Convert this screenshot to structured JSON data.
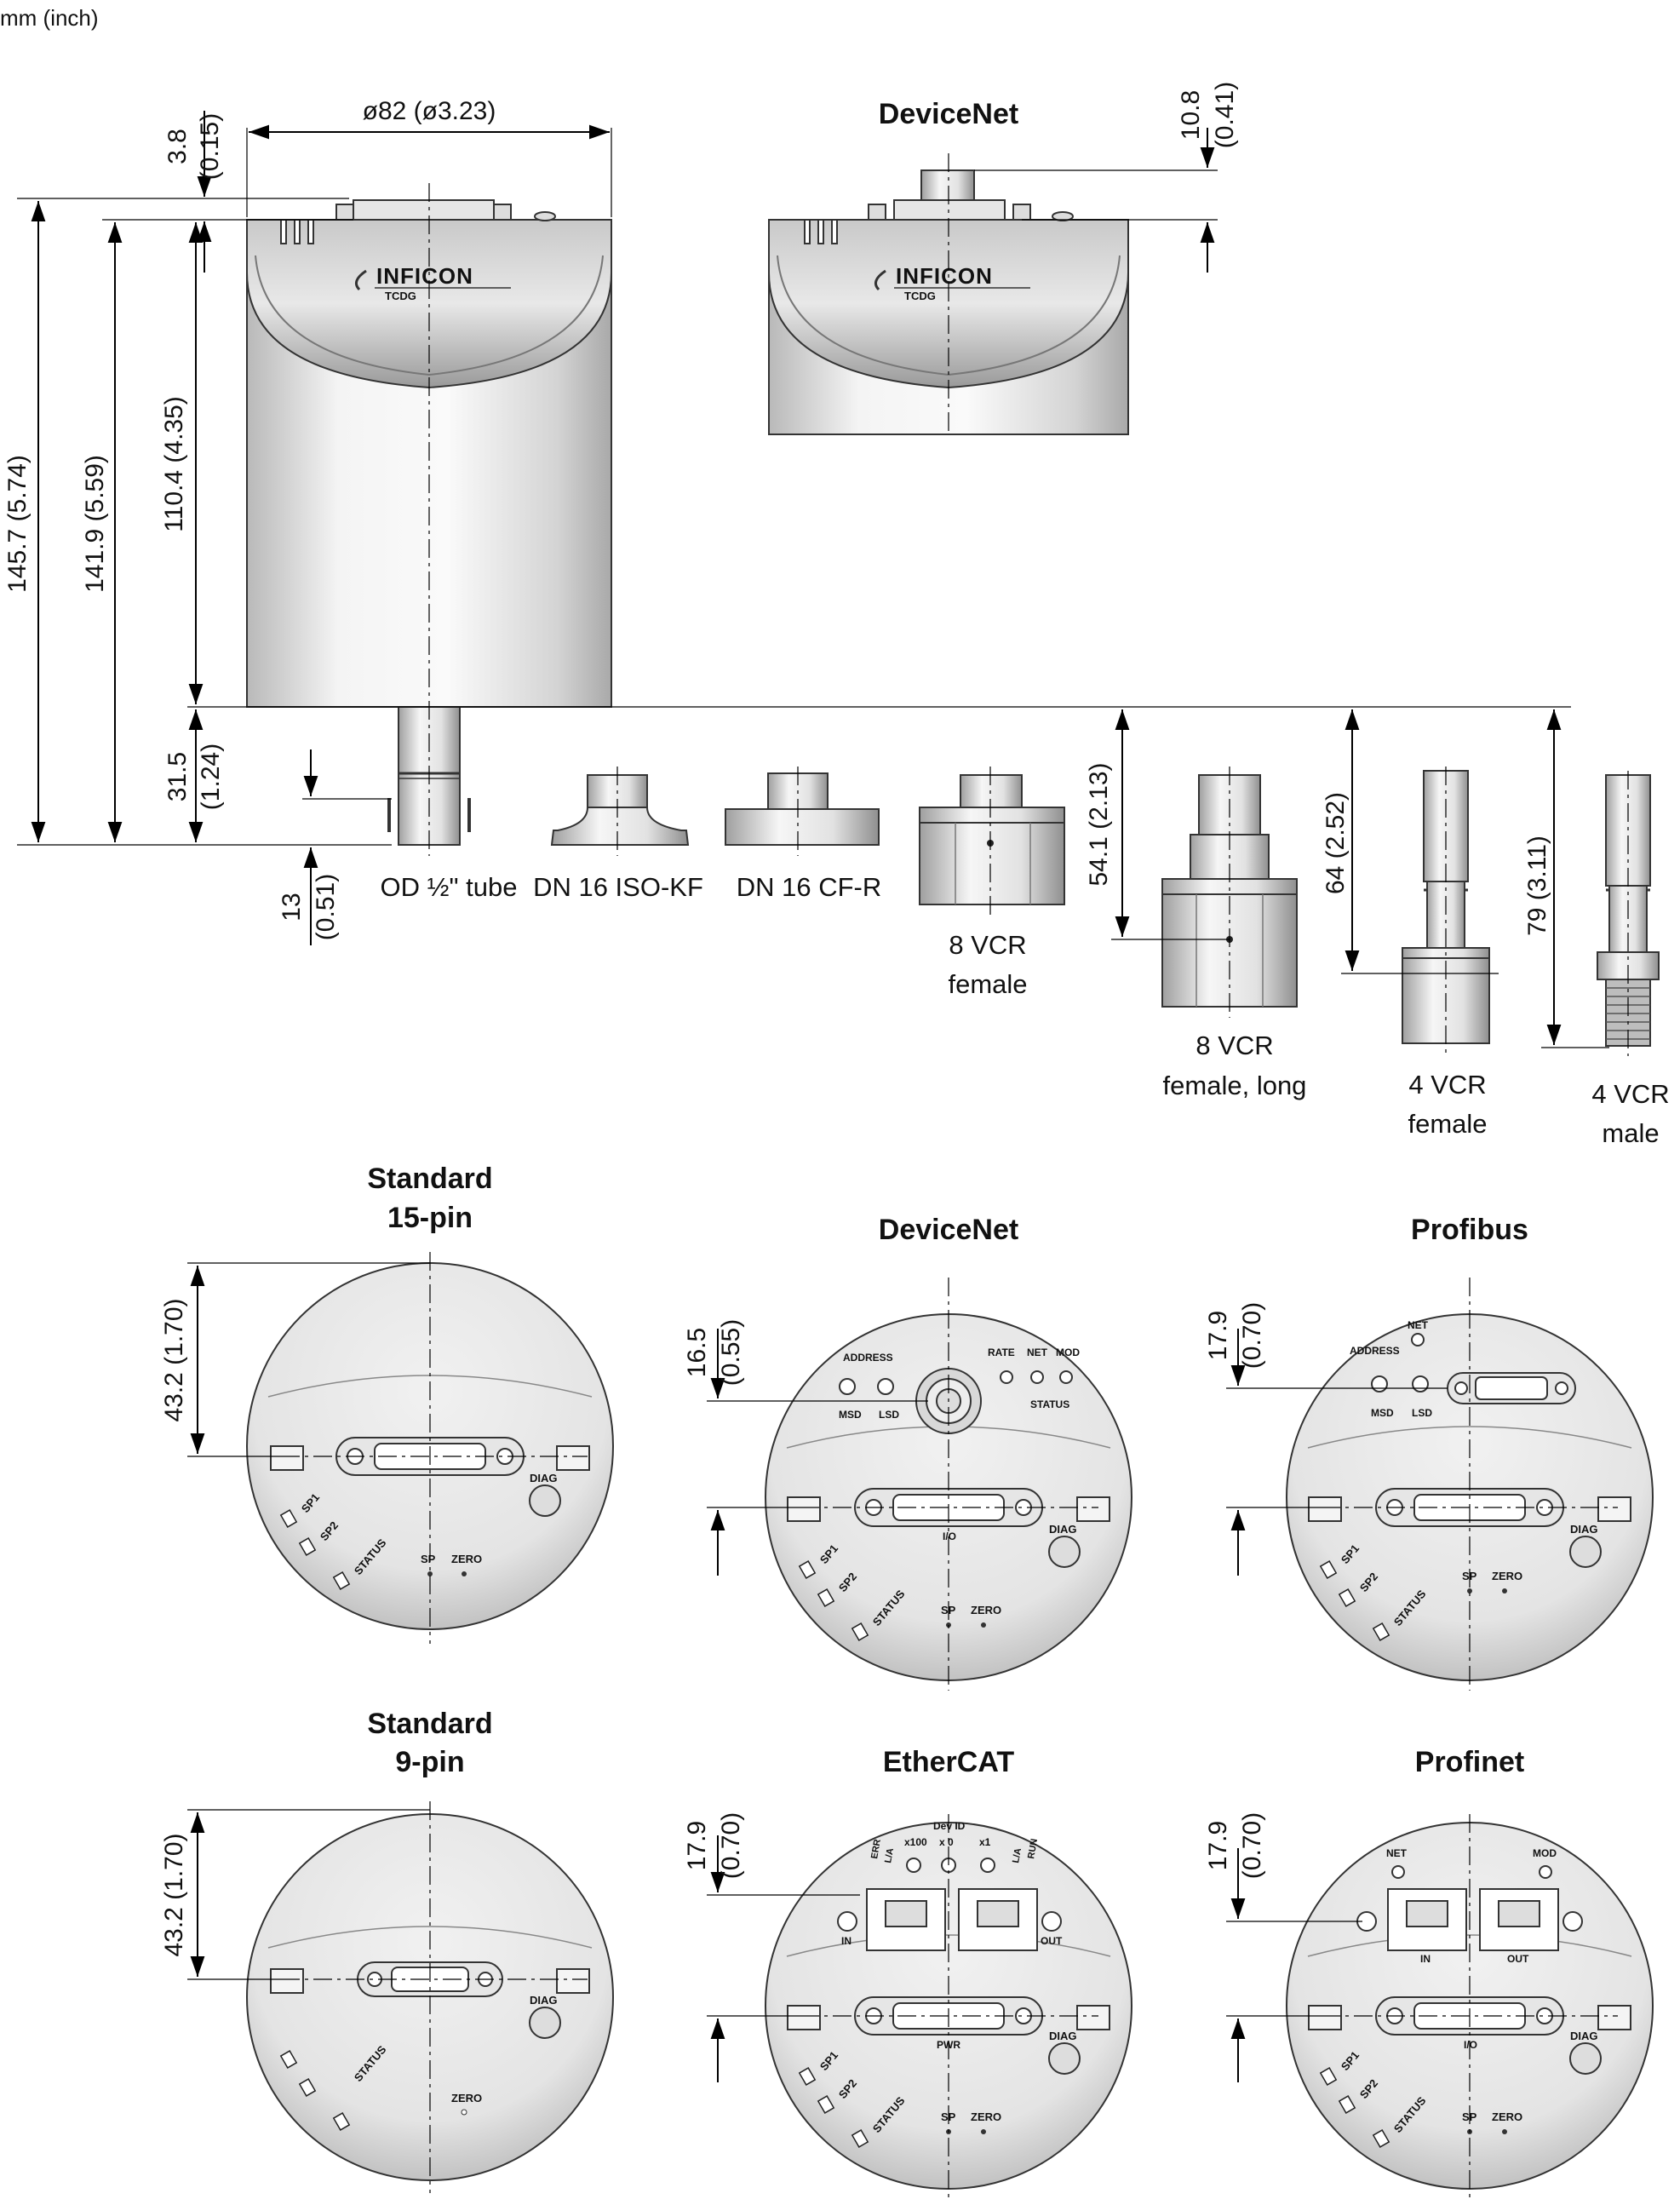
{
  "units_label": "mm (inch)",
  "side_view": {
    "brand": "INFICON",
    "product": "TCDG",
    "diameter": "ø82 (ø3.23)",
    "cap_height": "3.8",
    "cap_height_in": "(0.15)",
    "height_total": "145.7 (5.74)",
    "height_tube": "141.9 (5.59)",
    "height_body": "110.4 (4.35)",
    "flange_height": "31.5",
    "flange_height_in": "(1.24)",
    "tube_length": "13",
    "tube_length_in": "(0.51)"
  },
  "devicenet_side": {
    "title": "DeviceNet",
    "connector_height": "10.8",
    "connector_height_in": "(0.41)"
  },
  "flanges": [
    {
      "id": "tube",
      "label": "OD ½\" tube"
    },
    {
      "id": "isokf",
      "label": "DN 16 ISO-KF"
    },
    {
      "id": "cfr",
      "label": "DN 16 CF-R"
    },
    {
      "id": "vcr8f",
      "label_lines": [
        "8 VCR",
        "female"
      ]
    },
    {
      "id": "vcr8fl",
      "label_lines": [
        "8 VCR",
        "female, long"
      ],
      "dimension": "54.1 (2.13)"
    },
    {
      "id": "vcr4f",
      "label_lines": [
        "4 VCR",
        "female"
      ],
      "dimension": "64 (2.52)"
    },
    {
      "id": "vcr4m",
      "label_lines": [
        "4 VCR",
        "male"
      ],
      "dimension": "79 (3.11)"
    }
  ],
  "top_views": [
    {
      "id": "std15",
      "title_lines": [
        "Standard",
        "15-pin"
      ],
      "dimension": "43.2 (1.70)"
    },
    {
      "id": "devicenet",
      "title_lines": [
        "DeviceNet"
      ],
      "dimension": "16.5",
      "dimension_in": "(0.55)"
    },
    {
      "id": "profibus",
      "title_lines": [
        "Profibus"
      ],
      "dimension": "17.9",
      "dimension_in": "(0.70)"
    },
    {
      "id": "std9",
      "title_lines": [
        "Standard",
        "9-pin"
      ],
      "dimension": "43.2 (1.70)"
    },
    {
      "id": "ethercat",
      "title_lines": [
        "EtherCAT"
      ],
      "dimension": "17.9",
      "dimension_in": "(0.70)"
    },
    {
      "id": "profinet",
      "title_lines": [
        "Profinet"
      ],
      "dimension": "17.9",
      "dimension_in": "(0.70)"
    }
  ],
  "panel_labels": {
    "diag": "DIAG",
    "sp1": "SP1",
    "sp2": "SP2",
    "status": "STATUS",
    "sp": "SP",
    "zero": "ZERO",
    "io": "I/O",
    "pwr": "PWR",
    "in": "IN",
    "out": "OUT",
    "net": "NET",
    "mod": "MOD",
    "rate": "RATE",
    "address": "ADDRESS",
    "msd": "MSD",
    "lsd": "LSD",
    "dev_id": "Dev ID",
    "x100": "x100",
    "x10": "x 0",
    "x1": "x1",
    "err": "ERR",
    "run": "RUN",
    "la": "L/A"
  },
  "colors": {
    "line": "#000000",
    "metal_light": "#f2f2f2",
    "metal_dark": "#9a9a9a",
    "panel_fill": "#ebebeb"
  }
}
